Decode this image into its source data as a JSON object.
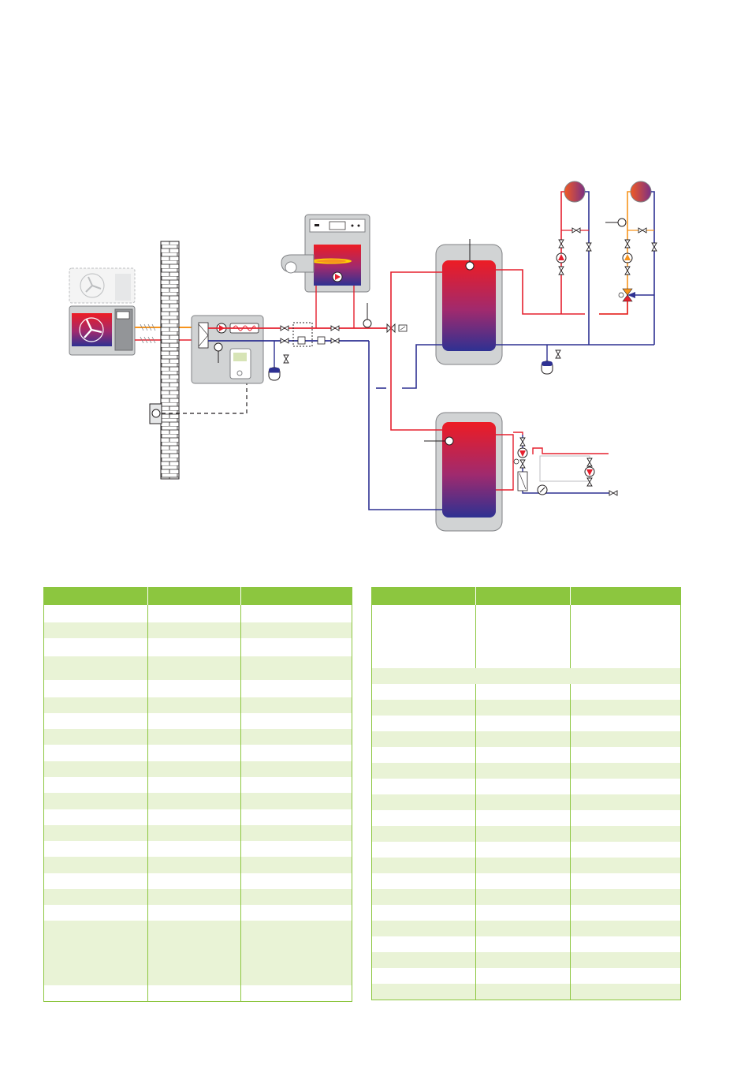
{
  "colors": {
    "flow": "#e5202e",
    "return": "#2e3192",
    "refrigerant": "#f7941d",
    "table_header": "#8cc63f",
    "table_row_alt": "#e9f3d6",
    "unit_casing": "#d1d3d4",
    "wall_brick": "#ffffff"
  },
  "legend_left": {
    "columns": 3,
    "rows": [
      {
        "h": 22,
        "alt": false
      },
      {
        "h": 20,
        "alt": true
      },
      {
        "h": 23,
        "alt": false
      },
      {
        "h": 30,
        "alt": true
      },
      {
        "h": 22,
        "alt": false
      },
      {
        "h": 20,
        "alt": true
      },
      {
        "h": 20,
        "alt": false
      },
      {
        "h": 20,
        "alt": true
      },
      {
        "h": 21,
        "alt": false
      },
      {
        "h": 20,
        "alt": true
      },
      {
        "h": 20,
        "alt": false
      },
      {
        "h": 21,
        "alt": true
      },
      {
        "h": 20,
        "alt": false
      },
      {
        "h": 20,
        "alt": true
      },
      {
        "h": 20,
        "alt": false
      },
      {
        "h": 21,
        "alt": true
      },
      {
        "h": 20,
        "alt": false
      },
      {
        "h": 20,
        "alt": true
      },
      {
        "h": 20,
        "alt": false
      },
      {
        "h": 82,
        "alt": true
      },
      {
        "h": 20,
        "alt": false
      }
    ]
  },
  "legend_right": {
    "columns": 3,
    "rows": [
      {
        "h": 80,
        "alt": false
      },
      {
        "h": 20,
        "alt": true,
        "merged": true
      },
      {
        "h": 20,
        "alt": false
      },
      {
        "h": 20,
        "alt": true
      },
      {
        "h": 20,
        "alt": false
      },
      {
        "h": 20,
        "alt": true
      },
      {
        "h": 20,
        "alt": false
      },
      {
        "h": 20,
        "alt": true
      },
      {
        "h": 20,
        "alt": false
      },
      {
        "h": 20,
        "alt": true
      },
      {
        "h": 20,
        "alt": false
      },
      {
        "h": 20,
        "alt": true
      },
      {
        "h": 20,
        "alt": false
      },
      {
        "h": 20,
        "alt": true
      },
      {
        "h": 20,
        "alt": false
      },
      {
        "h": 20,
        "alt": true
      },
      {
        "h": 20,
        "alt": false
      },
      {
        "h": 20,
        "alt": true
      },
      {
        "h": 20,
        "alt": false
      },
      {
        "h": 20,
        "alt": true
      },
      {
        "h": 20,
        "alt": false
      },
      {
        "h": 20,
        "alt": true
      }
    ]
  }
}
